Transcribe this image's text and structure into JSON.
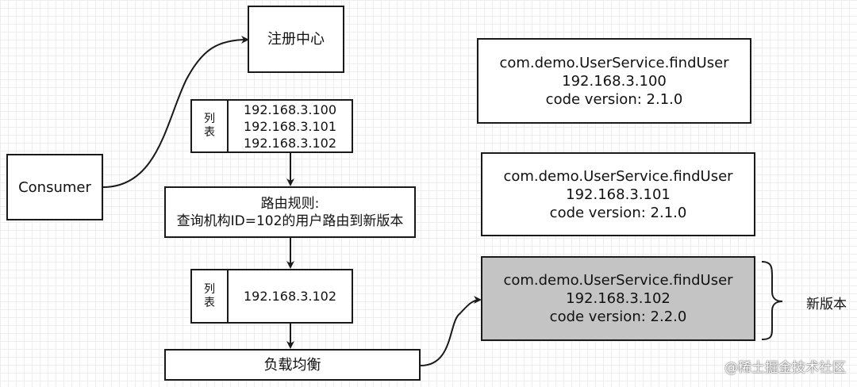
{
  "registry": {
    "label": "注册中心"
  },
  "consumer": {
    "label": "Consumer"
  },
  "list1": {
    "label": "列表",
    "items": [
      "192.168.3.100",
      "192.168.3.101",
      "192.168.3.102"
    ]
  },
  "routing": {
    "line1": "路由规则:",
    "line2": "查询机构ID=102的用户路由到新版本"
  },
  "list2": {
    "label": "列表",
    "items": [
      "192.168.3.102"
    ]
  },
  "load_balancer": {
    "label": "负载均衡"
  },
  "services": [
    {
      "name": "com.demo.UserService.findUser",
      "ip": "192.168.3.100",
      "version": "code version: 2.1.0",
      "highlighted": false
    },
    {
      "name": "com.demo.UserService.findUser",
      "ip": "192.168.3.101",
      "version": "code version: 2.1.0",
      "highlighted": false
    },
    {
      "name": "com.demo.UserService.findUser",
      "ip": "192.168.3.102",
      "version": "code version: 2.2.0",
      "highlighted": true
    }
  ],
  "new_version_label": "新版本",
  "watermark": "@稀土掘金技术社区"
}
